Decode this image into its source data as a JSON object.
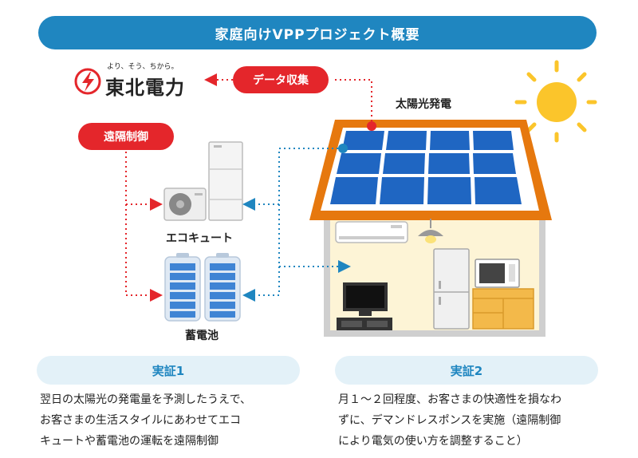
{
  "title": "家庭向けVPPプロジェクト概要",
  "logo": {
    "tagline": "より、そう、ちから。",
    "name": "東北電力"
  },
  "badges": {
    "data_collection": "データ収集",
    "remote_control": "遠隔制御"
  },
  "labels": {
    "solar": "太陽光発電",
    "ecocute": "エコキュート",
    "battery": "蓄電池"
  },
  "cards": [
    {
      "title": "実証1",
      "text": "翌日の太陽光の発電量を予測したうえで、\nお客さまの生活スタイルにあわせてエコ\nキュートや蓄電池の運転を遠隔制御"
    },
    {
      "title": "実証2",
      "text": "月１～２回程度、お客さまの快適性を損なわ\nずに、デマンドレスポンスを実施（遠隔制御\nにより電気の使い方を調整すること）"
    }
  ],
  "colors": {
    "title_blue": "#1f86c0",
    "accent_red": "#e4262b",
    "roof_orange": "#e6780e",
    "panel_blue": "#1f66c2",
    "house_cream": "#fdf4d6",
    "sun_yellow": "#fbc52b",
    "card_bg": "#e3f1f8"
  },
  "icons": [
    "lightning-logo-icon",
    "sun-icon",
    "solar-panel-icon",
    "air-conditioner-icon",
    "lamp-icon",
    "tv-icon",
    "refrigerator-icon",
    "microwave-icon",
    "cabinet-icon",
    "heat-pump-icon",
    "water-tank-icon",
    "battery-icon"
  ]
}
